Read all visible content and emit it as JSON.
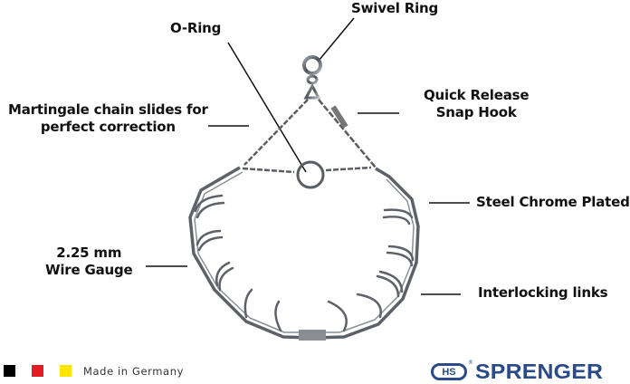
{
  "callouts": {
    "swivel_ring": "Swivel Ring",
    "o_ring": "O-Ring",
    "martingale": [
      "Martingale chain slides for",
      "perfect correction"
    ],
    "quick_release": [
      "Quick Release",
      "Snap Hook"
    ],
    "steel_chrome": "Steel Chrome Plated",
    "wire_gauge": [
      "2.25 mm",
      "Wire Gauge"
    ],
    "interlocking": "Interlocking links"
  },
  "footer": {
    "flag_colors": [
      "#000000",
      "#e31b23",
      "#ffe600"
    ],
    "made_in": "Made in Germany",
    "logo_badge": "HS",
    "logo_registered": "®",
    "brand": "SPRENGER"
  },
  "colors": {
    "brand_blue": "#2a4a8a",
    "label_text": "#111111",
    "metal": "#6e7278"
  }
}
